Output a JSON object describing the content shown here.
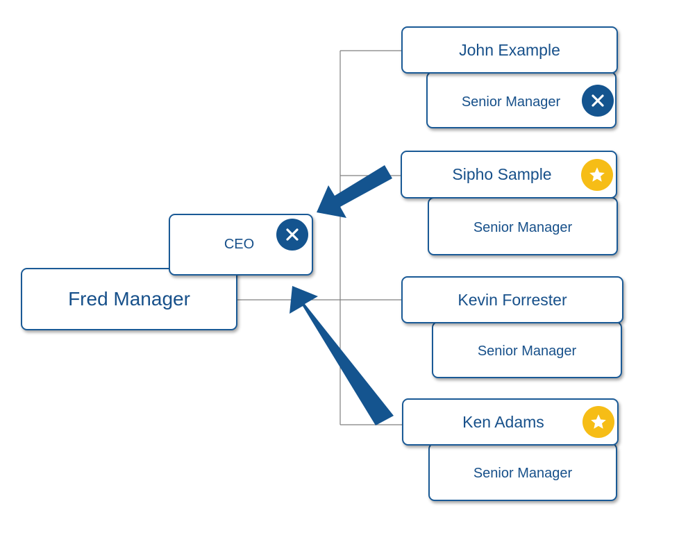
{
  "root": {
    "name": "Fred Manager",
    "title": "CEO",
    "title_badge": "close-icon"
  },
  "reports": [
    {
      "name": "John Example",
      "title": "Senior Manager",
      "name_badge": "",
      "title_badge": "close-icon"
    },
    {
      "name": "Sipho Sample",
      "title": "Senior Manager",
      "name_badge": "star-icon",
      "title_badge": ""
    },
    {
      "name": "Kevin Forrester",
      "title": "Senior Manager",
      "name_badge": "",
      "title_badge": ""
    },
    {
      "name": "Ken Adams",
      "title": "Senior Manager",
      "name_badge": "star-icon",
      "title_badge": ""
    }
  ],
  "colors": {
    "box_border": "#1a5a96",
    "text": "#17508a",
    "connector": "#7f7f7f",
    "arrow": "#14548f",
    "badge_close": "#14548f",
    "badge_star": "#f6bd16"
  }
}
